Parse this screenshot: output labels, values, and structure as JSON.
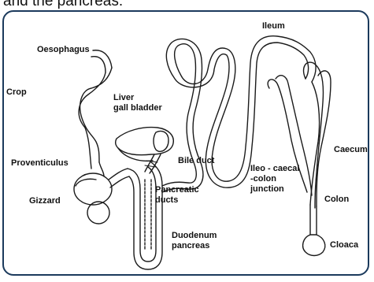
{
  "caption": "and the pancreas:",
  "labels": {
    "oesophagus": "Oesophagus",
    "crop": "Crop",
    "liver": "Liver",
    "gall_bladder": "gall bladder",
    "proventiculus": "Proventiculus",
    "bile_duct": "Bile duct",
    "gizzard": "Gizzard",
    "pancreatic_1": "Pancreatic",
    "pancreatic_2": "ducts",
    "duodenum_1": "Duodenum",
    "duodenum_2": "pancreas",
    "ileum": "Ileum",
    "ileo_1": "Ileo - caecal",
    "ileo_2": "-colon",
    "ileo_3": "junction",
    "caecum": "Caecum",
    "colon": "Colon",
    "cloaca": "Cloaca"
  }
}
